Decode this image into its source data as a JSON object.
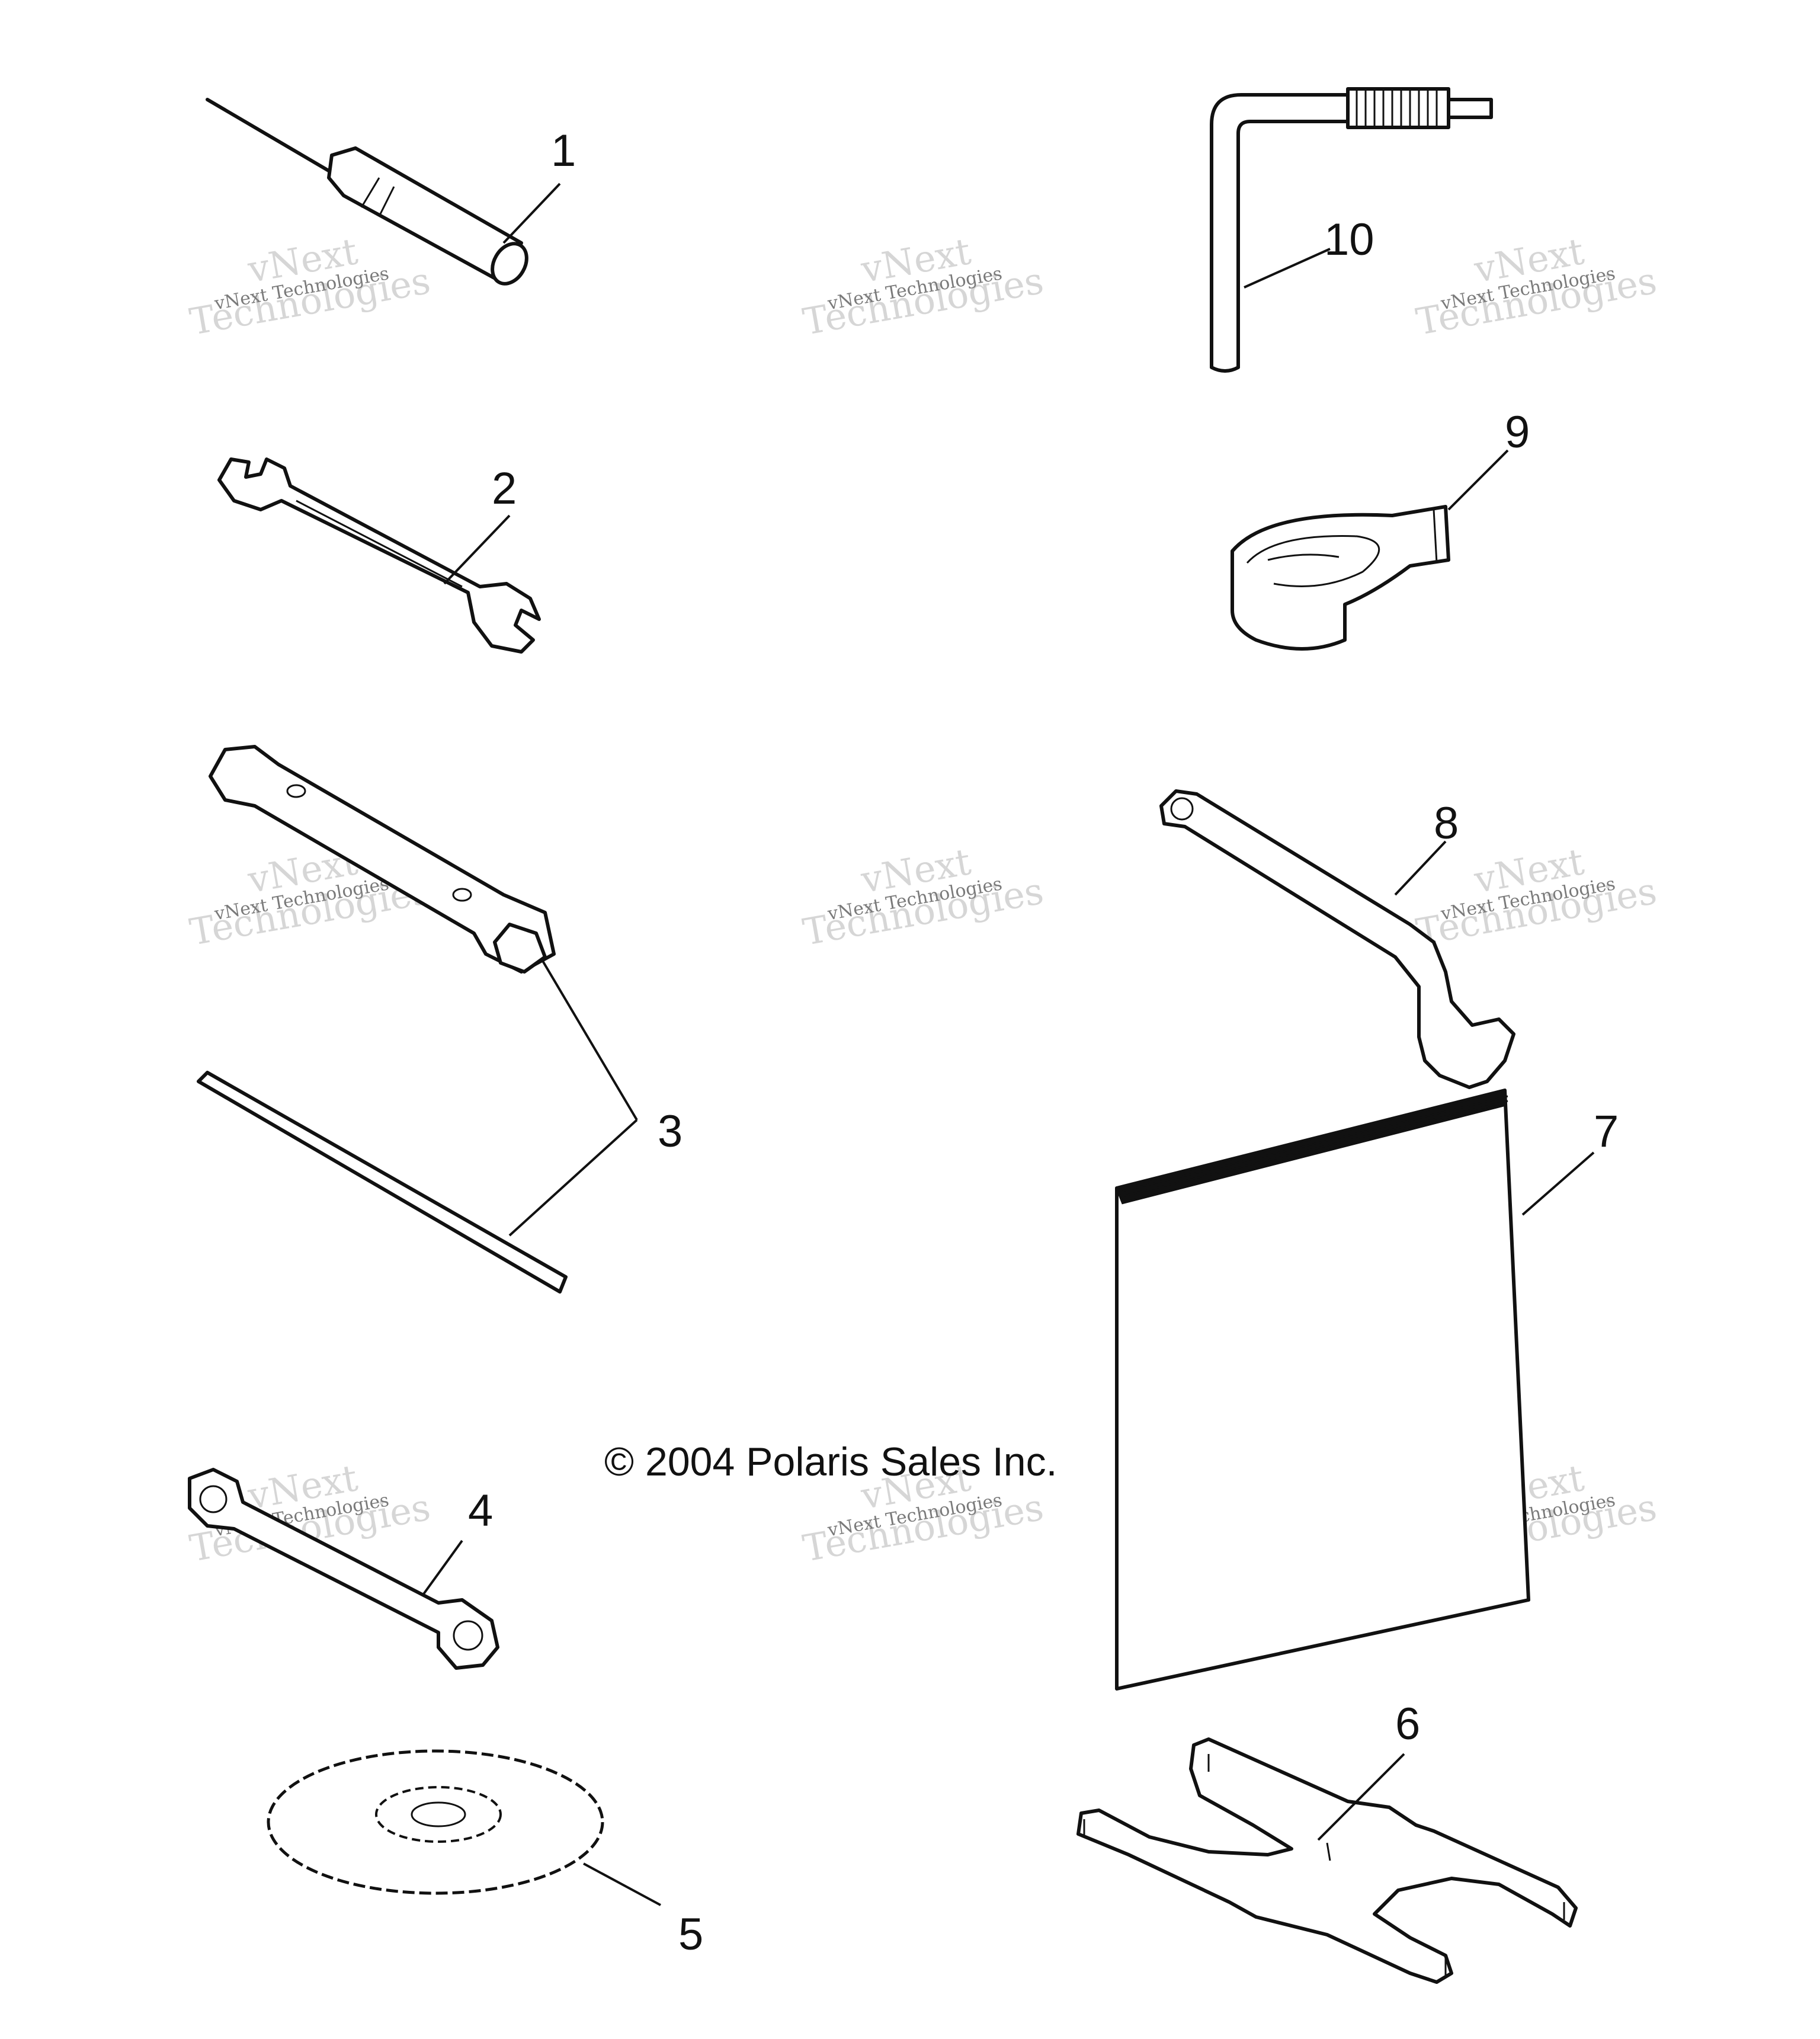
{
  "copyright": "© 2004 Polaris Sales Inc.",
  "callouts": [
    "1",
    "2",
    "3",
    "4",
    "5",
    "6",
    "7",
    "8",
    "9",
    "10"
  ],
  "watermark": {
    "large_top": "vNext",
    "large_bottom": "Technologies",
    "small": "vNext Technologies"
  },
  "colors": {
    "line": "#111111",
    "watermark": "#c9c9c9"
  }
}
